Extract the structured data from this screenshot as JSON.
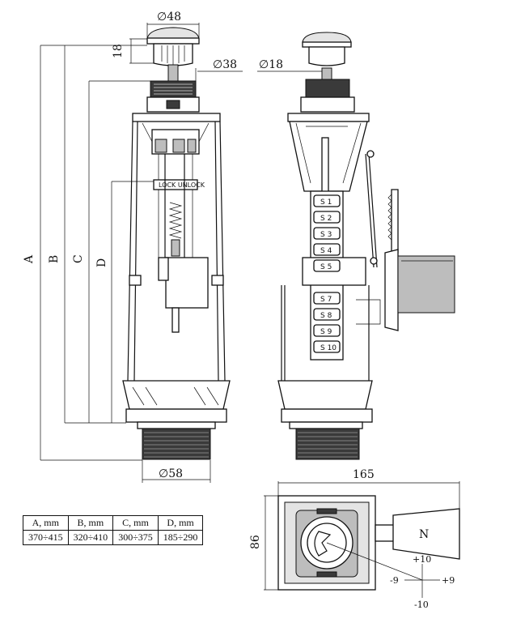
{
  "front_view": {
    "cap_diameter": "48",
    "cap_height": "18",
    "nut_diameter": "38",
    "base_diameter": "58",
    "dim_letters": [
      "A",
      "B",
      "C",
      "D"
    ],
    "button_label": "LOCK  UNLOCK"
  },
  "side_view": {
    "stem_diameter": "18",
    "scale_marks": [
      "S 1",
      "S 2",
      "S 3",
      "S 4",
      "S 5",
      "S 7",
      "S 8",
      "S 9",
      "S 10"
    ]
  },
  "top_view": {
    "width": "165",
    "depth": "86",
    "float_letter": "N",
    "adjust_up": "+10",
    "adjust_down": "-10",
    "adjust_left": "-9",
    "adjust_right": "+9"
  },
  "table": {
    "headers": [
      "A, mm",
      "B, mm",
      "C, mm",
      "D, mm"
    ],
    "rows": [
      [
        "370÷415",
        "320÷410",
        "300÷375",
        "185÷290"
      ]
    ]
  }
}
